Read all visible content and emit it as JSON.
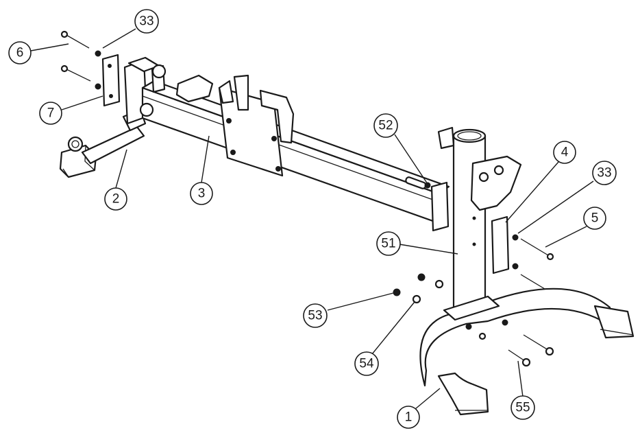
{
  "callouts": [
    {
      "id": "c6",
      "label": "6"
    },
    {
      "id": "c33a",
      "label": "33"
    },
    {
      "id": "c7",
      "label": "7"
    },
    {
      "id": "c2",
      "label": "2"
    },
    {
      "id": "c3",
      "label": "3"
    },
    {
      "id": "c52",
      "label": "52"
    },
    {
      "id": "c4",
      "label": "4"
    },
    {
      "id": "c33b",
      "label": "33"
    },
    {
      "id": "c5",
      "label": "5"
    },
    {
      "id": "c51",
      "label": "51"
    },
    {
      "id": "c53",
      "label": "53"
    },
    {
      "id": "c54",
      "label": "54"
    },
    {
      "id": "c55",
      "label": "55"
    },
    {
      "id": "c1",
      "label": "1"
    }
  ]
}
